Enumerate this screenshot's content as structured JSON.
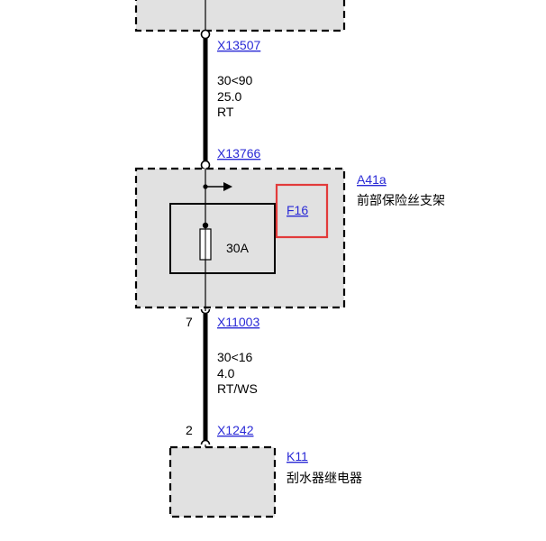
{
  "colors": {
    "wire": "#000000",
    "box_fill": "#e1e1e1",
    "link": "#2a2ad6",
    "highlight": "#e23b3b",
    "background": "#ffffff"
  },
  "connectors": {
    "top": "X13507",
    "a41a_in": "X13766",
    "a41a_out": "X11003",
    "k11_in": "X1242"
  },
  "wire_top": {
    "spec": "30<90",
    "size": "25.0",
    "color": "RT"
  },
  "wire_bottom": {
    "spec": "30<16",
    "size": "4.0",
    "color": "RT/WS"
  },
  "pins": {
    "a41a_out": "7",
    "k11_in": "2"
  },
  "components": {
    "a41a": {
      "id": "A41a",
      "name": "前部保险丝支架"
    },
    "fuse": {
      "id": "F16",
      "rating": "30A",
      "highlighted": true
    },
    "k11": {
      "id": "K11",
      "name": "刮水器继电器"
    }
  }
}
